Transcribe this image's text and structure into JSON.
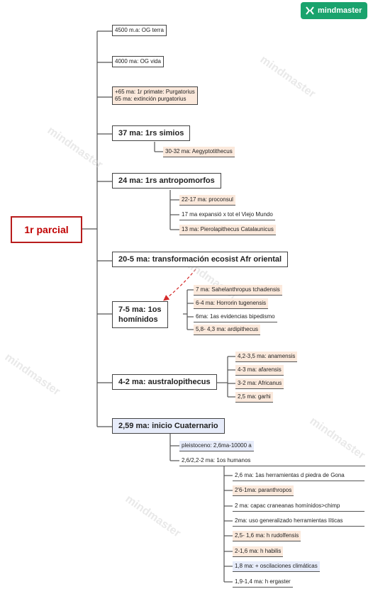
{
  "logo": {
    "text": "mindmaster",
    "color": "#1aa36d"
  },
  "watermark": "mindmaster",
  "root": {
    "label": "1r parcial",
    "color": "#c00000"
  },
  "topics": [
    {
      "label": "4500 m.a: OG terra"
    },
    {
      "label": "4000 ma: OG vida"
    },
    {
      "label": "+65 ma: 1r primate: Purgatorius\n65 ma: extinción purgatorius"
    },
    {
      "label": "37 ma: 1rs simios"
    },
    {
      "label": "24 ma: 1rs antropomorfos"
    },
    {
      "label": "20-5 ma: transformación ecosist Afr oriental"
    },
    {
      "label": "7-5 ma: 1os\nhomínidos"
    },
    {
      "label": "4-2 ma: australopithecus"
    },
    {
      "label": "2,59 ma: inicio Cuaternario"
    }
  ],
  "subs": {
    "simios": [
      "30-32 ma: Aegyptotithecus"
    ],
    "antropomorfos": [
      "22-17 ma: proconsul",
      "17 ma expansió x tot el Viejo Mundo",
      "13 ma: Pierolapithecus Catalaunicus"
    ],
    "hominidos": [
      "7 ma: Sahelanthropus tchadensis",
      "6-4 ma: Horrorin tugenensis",
      "6ma: 1as evidencias bipedismo",
      "5,8- 4,3 ma: ardipithecus"
    ],
    "australo": [
      "4,2-3,5 ma: anamensis",
      "4-3 ma: afarensis",
      "3-2 ma: Africanus",
      "2,5 ma: garhi"
    ],
    "cuaternario": [
      "pleistoceno: 2,6ma-10000 a",
      "2,6/2,2-2 ma: 1os humanos"
    ],
    "humanos": [
      "2,6 ma: 1as herramientas d piedra de Gona",
      "2'6-1ma: paranthropos",
      "2 ma: capac craneanas homínidos>chimp",
      "2ma: uso generalizado herramientas líticas",
      "2,5- 1,6 ma: h rudolfensis",
      "2-1,6 ma: h habilis",
      "1,8 ma: + oscilaciones climáticas",
      "1,9-1,4 ma: h ergaster"
    ]
  },
  "colors": {
    "tan": "#fbe9dc",
    "blue": "#e7ecfa",
    "arrow": "#d42a2a"
  }
}
